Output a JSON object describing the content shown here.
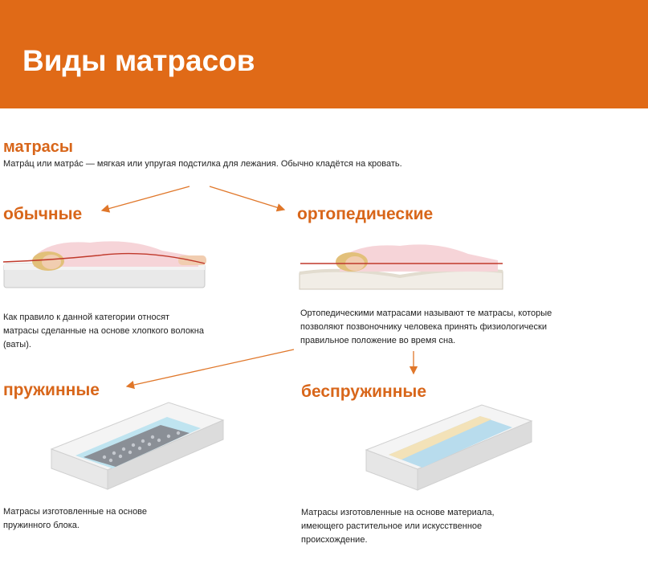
{
  "title": "Виды матрасов",
  "root": {
    "heading": "матрасы",
    "definition": "Матра́ц или матра́с — мягкая или упругая подстилка для лежания. Обычно кладётся на кровать."
  },
  "regular": {
    "heading": "обычные",
    "description": "Как правило к данной категории относят матрасы сделанные на основе хлопкого волокна (ваты)."
  },
  "orthopedic": {
    "heading": "ортопедические",
    "description": "Ортопедическими матрасами называют те матрасы, которые позволяют позвоночнику человека принять физиологически правильное положение во время сна."
  },
  "spring": {
    "heading": "пружинные",
    "description": "Матрасы изготовленные на основе пружинного блока."
  },
  "springless": {
    "heading": "беспружинные",
    "description": "Матрасы изготовленные на основе материала, имеющего растительное или искусственное происхождение."
  },
  "colors": {
    "banner": "#E06A17",
    "heading": "#D8661A",
    "arrow": "#E0772A",
    "spine": "#C0392B"
  }
}
